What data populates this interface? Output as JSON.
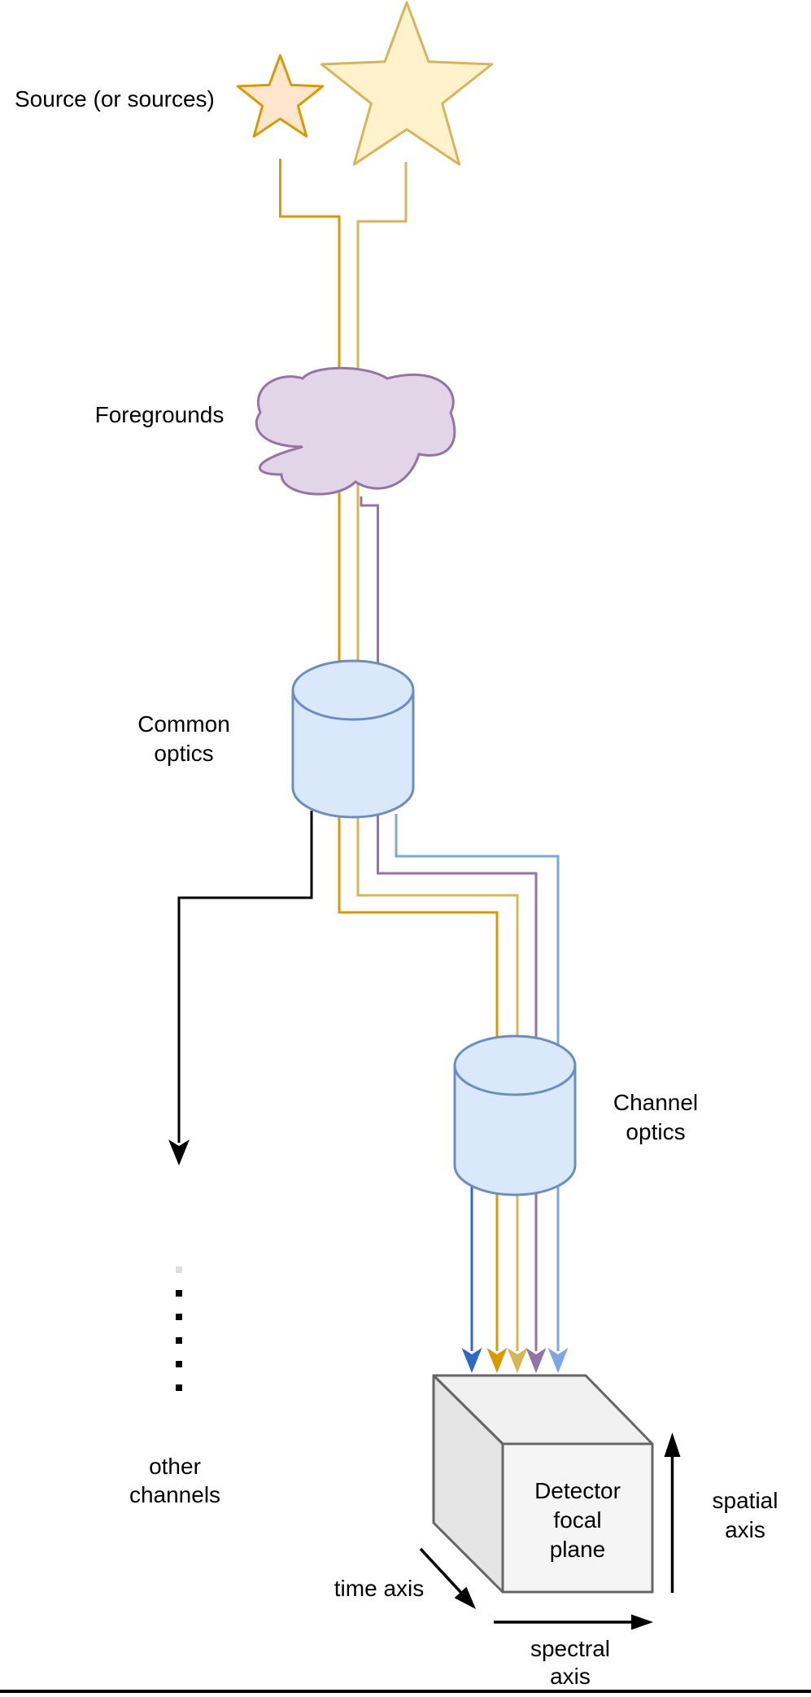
{
  "page": {
    "background": "#ffffff",
    "bottom_border_color": "#000000"
  },
  "source": {
    "label": "Source (or sources)",
    "small_star": {
      "fill": "#ffe6cc",
      "stroke": "#d79b00"
    },
    "large_star": {
      "fill": "#fff2cc",
      "stroke": "#d6b656"
    }
  },
  "foregrounds": {
    "label": "Foregrounds",
    "fill": "#e1d5e7",
    "stroke": "#9673a6"
  },
  "common_optics": {
    "label": [
      "Common",
      "optics"
    ],
    "fill": "#dae8fc",
    "stroke": "#6c8ebf"
  },
  "channel_optics": {
    "label": [
      "Channel",
      "optics"
    ],
    "fill": "#dae8fc",
    "stroke": "#6c8ebf"
  },
  "other_channels": {
    "label": [
      "other",
      "channels"
    ],
    "color": "#000000"
  },
  "detector": {
    "label": [
      "Detector",
      "focal",
      "plane"
    ],
    "top_fill": "#f0f0f0",
    "side_fill": "#e4e4e4",
    "front_fill": "#f5f5f5",
    "stroke": "#666666"
  },
  "axes": {
    "spatial": [
      "spatial",
      "axis"
    ],
    "time": "time axis",
    "spectral": [
      "spectral",
      "axis"
    ],
    "color": "#000000"
  },
  "beams": {
    "small_star_beam": "#d79b00",
    "large_star_beam": "#d6b656",
    "foreground_beam": "#9673a6",
    "common_optics_beam": "#7ea6e0",
    "dispersed_beam": "#2e6bc4"
  }
}
